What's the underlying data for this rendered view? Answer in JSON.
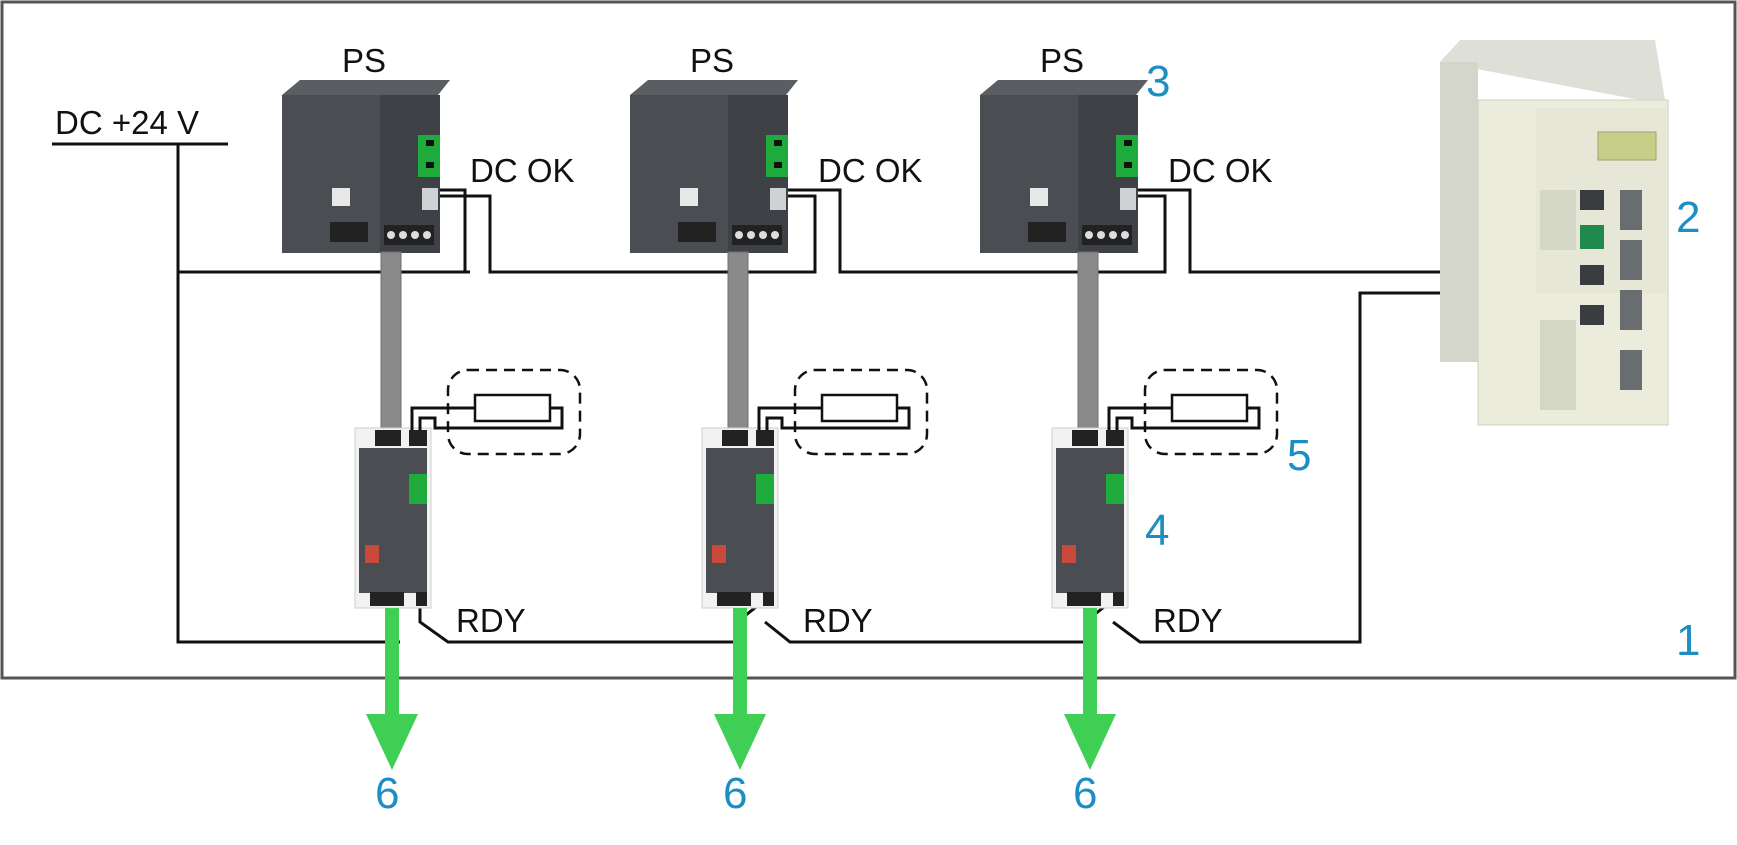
{
  "labels": {
    "dc_supply": "DC +24 V",
    "ps": "PS",
    "dc_ok": "DC OK",
    "rdy": "RDY"
  },
  "callouts": {
    "cabinet": "1",
    "controller": "2",
    "power_supply": "3",
    "module": "4",
    "resistor": "5",
    "output": "6"
  },
  "colors": {
    "callout": "#1b8fc4",
    "output_arrow": "#3fcf55",
    "status_led": "#1faa3c",
    "ps_body": "#4a4d52",
    "controller_body": "#ececdc"
  }
}
